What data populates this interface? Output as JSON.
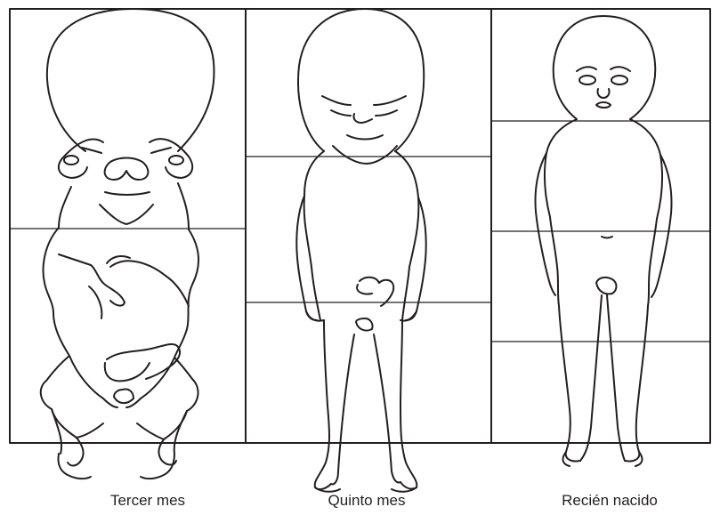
{
  "panels": [
    {
      "caption": "Tercer mes"
    },
    {
      "caption": "Quinto mes"
    },
    {
      "caption": "Recién nacido"
    }
  ],
  "colors": {
    "line": "#231f20",
    "background": "#ffffff"
  }
}
